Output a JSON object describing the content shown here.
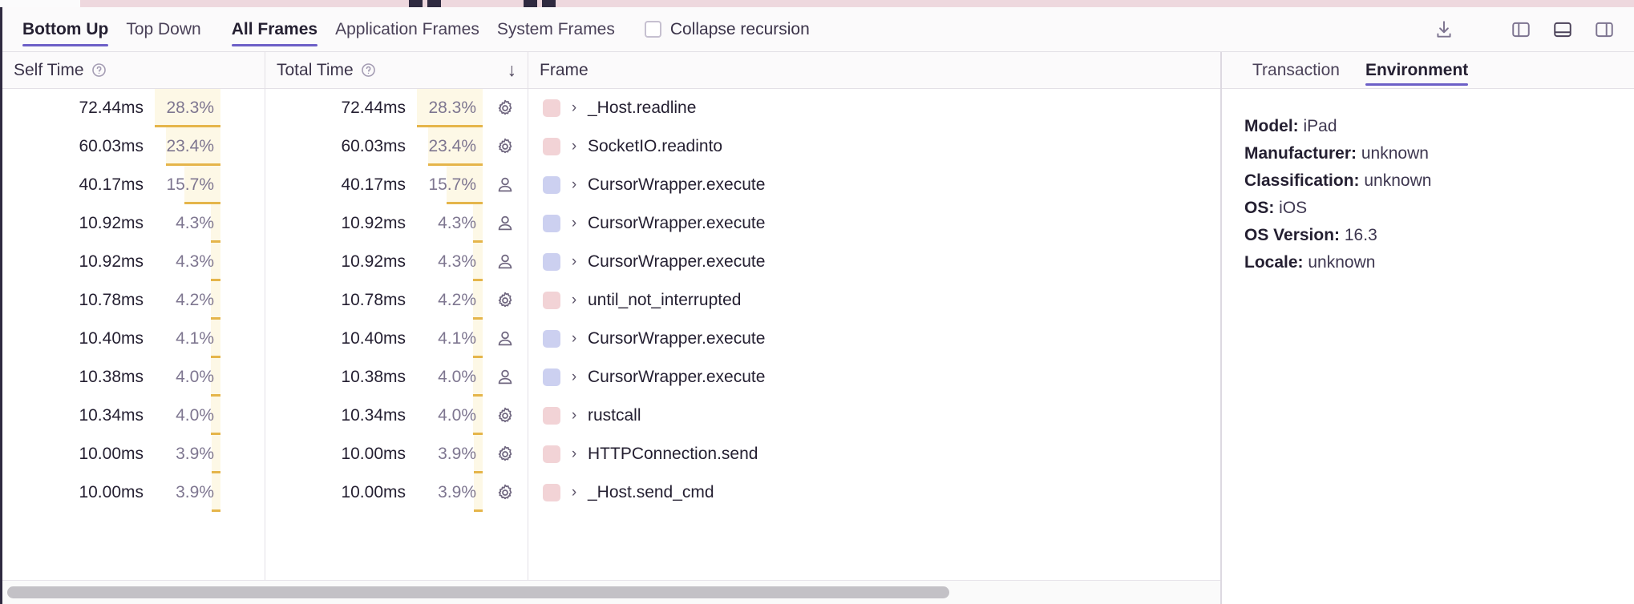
{
  "toolbar": {
    "tabs": [
      {
        "label": "Bottom Up",
        "active": true,
        "name": "tab-bottom-up"
      },
      {
        "label": "Top Down",
        "active": false,
        "name": "tab-top-down"
      },
      {
        "label": "All Frames",
        "active": true,
        "name": "tab-all-frames"
      },
      {
        "label": "Application Frames",
        "active": false,
        "name": "tab-application-frames"
      },
      {
        "label": "System Frames",
        "active": false,
        "name": "tab-system-frames"
      }
    ],
    "collapse_recursion_label": "Collapse recursion",
    "collapse_recursion_checked": false,
    "actions": [
      {
        "name": "download-icon",
        "title": "Download"
      },
      {
        "name": "layout-left-panel-icon",
        "title": "Left panel"
      },
      {
        "name": "layout-bottom-panel-icon",
        "title": "Bottom panel"
      },
      {
        "name": "layout-right-panel-icon",
        "title": "Right panel"
      }
    ]
  },
  "table": {
    "headers": {
      "self_time": "Self Time",
      "total_time": "Total Time",
      "frame": "Frame",
      "sort_arrow": "↓"
    },
    "rows": [
      {
        "self_time": "72.44ms",
        "self_pct": "28.3%",
        "self_pct_value": 28.3,
        "total_time": "72.44ms",
        "total_pct": "28.3%",
        "total_pct_value": 28.3,
        "frame_type": "system",
        "frame": "_Host.readline"
      },
      {
        "self_time": "60.03ms",
        "self_pct": "23.4%",
        "self_pct_value": 23.4,
        "total_time": "60.03ms",
        "total_pct": "23.4%",
        "total_pct_value": 23.4,
        "frame_type": "system",
        "frame": "SocketIO.readinto"
      },
      {
        "self_time": "40.17ms",
        "self_pct": "15.7%",
        "self_pct_value": 15.7,
        "total_time": "40.17ms",
        "total_pct": "15.7%",
        "total_pct_value": 15.7,
        "frame_type": "application",
        "frame": "CursorWrapper.execute"
      },
      {
        "self_time": "10.92ms",
        "self_pct": "4.3%",
        "self_pct_value": 4.3,
        "total_time": "10.92ms",
        "total_pct": "4.3%",
        "total_pct_value": 4.3,
        "frame_type": "application",
        "frame": "CursorWrapper.execute"
      },
      {
        "self_time": "10.92ms",
        "self_pct": "4.3%",
        "self_pct_value": 4.3,
        "total_time": "10.92ms",
        "total_pct": "4.3%",
        "total_pct_value": 4.3,
        "frame_type": "application",
        "frame": "CursorWrapper.execute"
      },
      {
        "self_time": "10.78ms",
        "self_pct": "4.2%",
        "self_pct_value": 4.2,
        "total_time": "10.78ms",
        "total_pct": "4.2%",
        "total_pct_value": 4.2,
        "frame_type": "system",
        "frame": "until_not_interrupted"
      },
      {
        "self_time": "10.40ms",
        "self_pct": "4.1%",
        "self_pct_value": 4.1,
        "total_time": "10.40ms",
        "total_pct": "4.1%",
        "total_pct_value": 4.1,
        "frame_type": "application",
        "frame": "CursorWrapper.execute"
      },
      {
        "self_time": "10.38ms",
        "self_pct": "4.0%",
        "self_pct_value": 4.0,
        "total_time": "10.38ms",
        "total_pct": "4.0%",
        "total_pct_value": 4.0,
        "frame_type": "application",
        "frame": "CursorWrapper.execute"
      },
      {
        "self_time": "10.34ms",
        "self_pct": "4.0%",
        "self_pct_value": 4.0,
        "total_time": "10.34ms",
        "total_pct": "4.0%",
        "total_pct_value": 4.0,
        "frame_type": "system",
        "frame": "rustcall"
      },
      {
        "self_time": "10.00ms",
        "self_pct": "3.9%",
        "self_pct_value": 3.9,
        "total_time": "10.00ms",
        "total_pct": "3.9%",
        "total_pct_value": 3.9,
        "frame_type": "system",
        "frame": "HTTPConnection.send"
      },
      {
        "self_time": "10.00ms",
        "self_pct": "3.9%",
        "self_pct_value": 3.9,
        "total_time": "10.00ms",
        "total_pct": "3.9%",
        "total_pct_value": 3.9,
        "frame_type": "system",
        "frame": "_Host.send_cmd"
      }
    ],
    "chevron": "›",
    "scroll_thumb_pct": 78
  },
  "details": {
    "tabs": [
      {
        "label": "Transaction",
        "active": false,
        "name": "tab-transaction"
      },
      {
        "label": "Environment",
        "active": true,
        "name": "tab-environment"
      }
    ],
    "environment": [
      {
        "key": "Model:",
        "value": "iPad"
      },
      {
        "key": "Manufacturer:",
        "value": "unknown"
      },
      {
        "key": "Classification:",
        "value": "unknown"
      },
      {
        "key": "OS:",
        "value": "iOS"
      },
      {
        "key": "OS Version:",
        "value": "16.3"
      },
      {
        "key": "Locale:",
        "value": "unknown"
      }
    ]
  },
  "colors": {
    "accent": "#6c5fc7",
    "bar": "#e5b54a",
    "bar_bg": "#fdf8e6",
    "system_swatch": "#f2d3d6",
    "application_swatch": "#ccd0f0",
    "flame_strip": "#eed8de"
  }
}
